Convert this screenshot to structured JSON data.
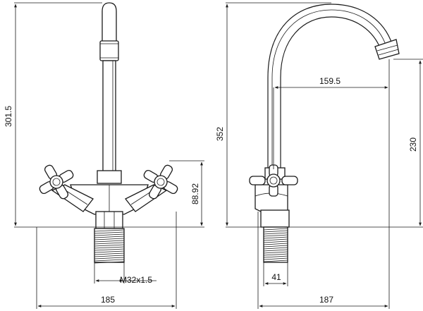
{
  "front_view": {
    "height_label": "301.5",
    "handle_height_label": "88.92",
    "thread_label": "M32x1.5",
    "width_label": "185"
  },
  "side_view": {
    "total_height_label": "352",
    "reach_label": "159.5",
    "spout_height_label": "230",
    "base_width_label": "41",
    "depth_label": "187"
  }
}
